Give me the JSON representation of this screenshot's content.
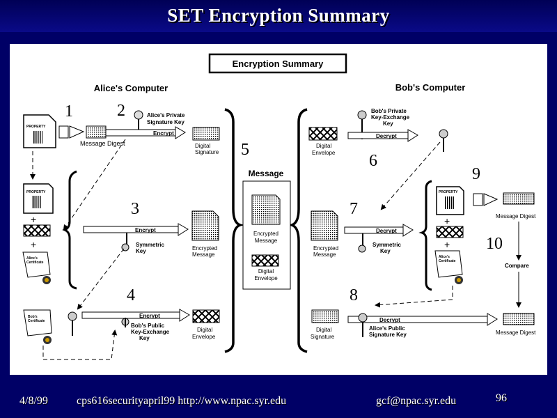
{
  "slide": {
    "title": "SET Encryption Summary"
  },
  "diagram": {
    "header_box": "Encryption Summary",
    "alice_title": "Alice's Computer",
    "bob_title": "Bob's Computer",
    "message_digest_label": "Message Digest",
    "alice_private_key_l1": "Alice's Private",
    "alice_private_key_l2": "Signature Key",
    "encrypt": "Encrypt",
    "decrypt": "Decrypt",
    "digital_signature_l1": "Digital",
    "digital_signature_l2": "Signature",
    "digital_envelope_l1": "Digital",
    "digital_envelope_l2": "Envelope",
    "message": "Message",
    "encrypted_message_l1": "Encrypted",
    "encrypted_message_l2": "Message",
    "symmetric_key_l1": "Symmetric",
    "symmetric_key_l2": "Key",
    "bob_public_key_l1": "Bob's Public",
    "bob_public_key_l2": "Key-Exchange",
    "bob_public_key_l3": "Key",
    "bob_private_key_l1": "Bob's Private",
    "bob_private_key_l2": "Key-Exchange",
    "bob_private_key_l3": "Key",
    "alice_public_key_l1": "Alice's Public",
    "alice_public_key_l2": "Signature Key",
    "compare": "Compare",
    "property": "PROPERTY",
    "alice_cert_l1": "Alice's",
    "alice_cert_l2": "Certificate",
    "bob_cert_l1": "Bob's",
    "bob_cert_l2": "Certificate",
    "steps": [
      "1",
      "2",
      "3",
      "4",
      "5",
      "6",
      "7",
      "8",
      "9",
      "10"
    ]
  },
  "footer": {
    "date": "4/8/99",
    "ref": "cps616securityapril99  http://www.npac.syr.edu",
    "email": "gcf@npac.syr.edu",
    "page": "96"
  }
}
